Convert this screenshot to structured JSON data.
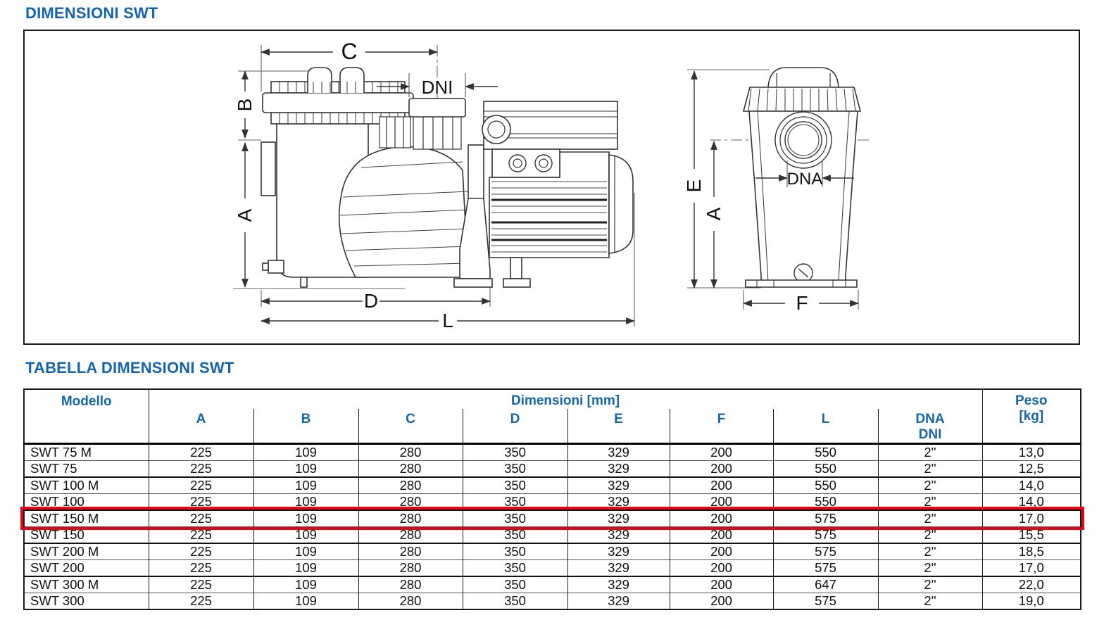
{
  "titles": {
    "drawing_section": "DIMENSIONI SWT",
    "table_section": "TABELLA DIMENSIONI SWT"
  },
  "diagram": {
    "side_labels": {
      "c": "C",
      "b": "B",
      "a": "A",
      "dni": "DNI",
      "d": "D",
      "l": "L"
    },
    "front_labels": {
      "e": "E",
      "a": "A",
      "dna": "DNA",
      "f": "F"
    }
  },
  "table": {
    "header": {
      "modello": "Modello",
      "dimensioni": "Dimensioni [mm]",
      "peso": [
        "Peso",
        "[kg]"
      ],
      "letters": [
        "A",
        "B",
        "C",
        "D",
        "E",
        "F",
        "L"
      ],
      "dna": [
        "DNA",
        "DNI"
      ]
    },
    "rows": [
      {
        "model": "SWT 75 M",
        "values": [
          "225",
          "109",
          "280",
          "350",
          "329",
          "200",
          "550",
          "2''",
          "13,0"
        ],
        "highlight": false
      },
      {
        "model": "SWT 75",
        "values": [
          "225",
          "109",
          "280",
          "350",
          "329",
          "200",
          "550",
          "2''",
          "12,5"
        ],
        "highlight": false
      },
      {
        "model": "SWT 100 M",
        "values": [
          "225",
          "109",
          "280",
          "350",
          "329",
          "200",
          "550",
          "2''",
          "14,0"
        ],
        "highlight": false
      },
      {
        "model": "SWT 100",
        "values": [
          "225",
          "109",
          "280",
          "350",
          "329",
          "200",
          "550",
          "2''",
          "14,0"
        ],
        "highlight": false
      },
      {
        "model": "SWT 150 M",
        "values": [
          "225",
          "109",
          "280",
          "350",
          "329",
          "200",
          "575",
          "2''",
          "17,0"
        ],
        "highlight": true
      },
      {
        "model": "SWT 150",
        "values": [
          "225",
          "109",
          "280",
          "350",
          "329",
          "200",
          "575",
          "2''",
          "15,5"
        ],
        "highlight": false
      },
      {
        "model": "SWT 200 M",
        "values": [
          "225",
          "109",
          "280",
          "350",
          "329",
          "200",
          "575",
          "2''",
          "18,5"
        ],
        "highlight": false
      },
      {
        "model": "SWT 200",
        "values": [
          "225",
          "109",
          "280",
          "350",
          "329",
          "200",
          "575",
          "2''",
          "17,0"
        ],
        "highlight": false
      },
      {
        "model": "SWT 300 M",
        "values": [
          "225",
          "109",
          "280",
          "350",
          "329",
          "200",
          "647",
          "2''",
          "22,0"
        ],
        "highlight": false
      },
      {
        "model": "SWT 300",
        "values": [
          "225",
          "109",
          "280",
          "350",
          "329",
          "200",
          "575",
          "2''",
          "19,0"
        ],
        "highlight": false
      }
    ]
  },
  "colors": {
    "accent_blue": "#1565ae",
    "highlight_red": "#e30613",
    "line_dark": "#333333"
  }
}
